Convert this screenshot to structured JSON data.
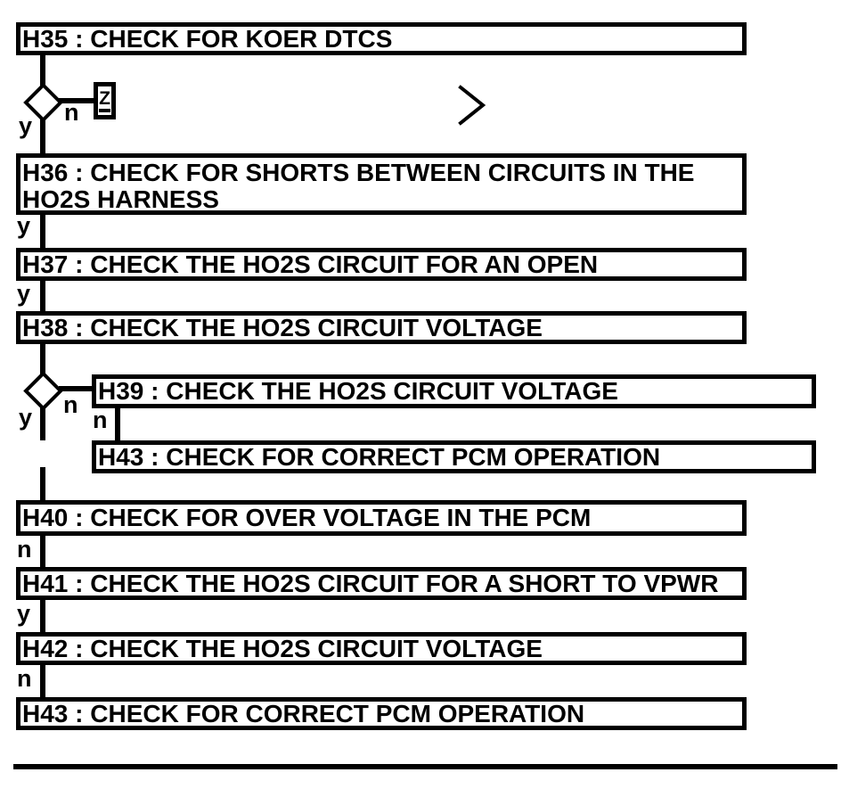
{
  "diagram": {
    "type": "flowchart",
    "steps": {
      "h35": "H35 : CHECK FOR KOER DTCS",
      "h36": [
        "H36 : CHECK FOR SHORTS BETWEEN CIRCUITS IN THE",
        "HO2S HARNESS"
      ],
      "h37": "H37 : CHECK THE HO2S CIRCUIT FOR AN OPEN",
      "h38": "H38 : CHECK THE HO2S CIRCUIT VOLTAGE",
      "h39": "H39 : CHECK THE HO2S CIRCUIT VOLTAGE",
      "h43a": "H43 : CHECK FOR CORRECT PCM OPERATION",
      "h40": "H40 : CHECK FOR OVER VOLTAGE IN THE PCM",
      "h41": "H41 : CHECK THE HO2S CIRCUIT FOR A SHORT TO VPWR",
      "h42": "H42 : CHECK THE HO2S CIRCUIT VOLTAGE",
      "h43b": "H43 : CHECK FOR CORRECT PCM OPERATION"
    },
    "branches": {
      "d1_yes": "y",
      "d1_no": "n",
      "h36_out": "y",
      "h37_out": "y",
      "d2_yes": "y",
      "d2_no": "n",
      "h39_out": "n",
      "h40_out": "n",
      "h41_out": "y",
      "h42_out": "n"
    },
    "offpage_connector": "Z",
    "icons": {
      "chevron": "chevron-right-icon",
      "decision1": "decision-diamond",
      "decision2": "decision-diamond"
    },
    "colors": {
      "ink": "#000000",
      "paper": "#ffffff"
    }
  }
}
